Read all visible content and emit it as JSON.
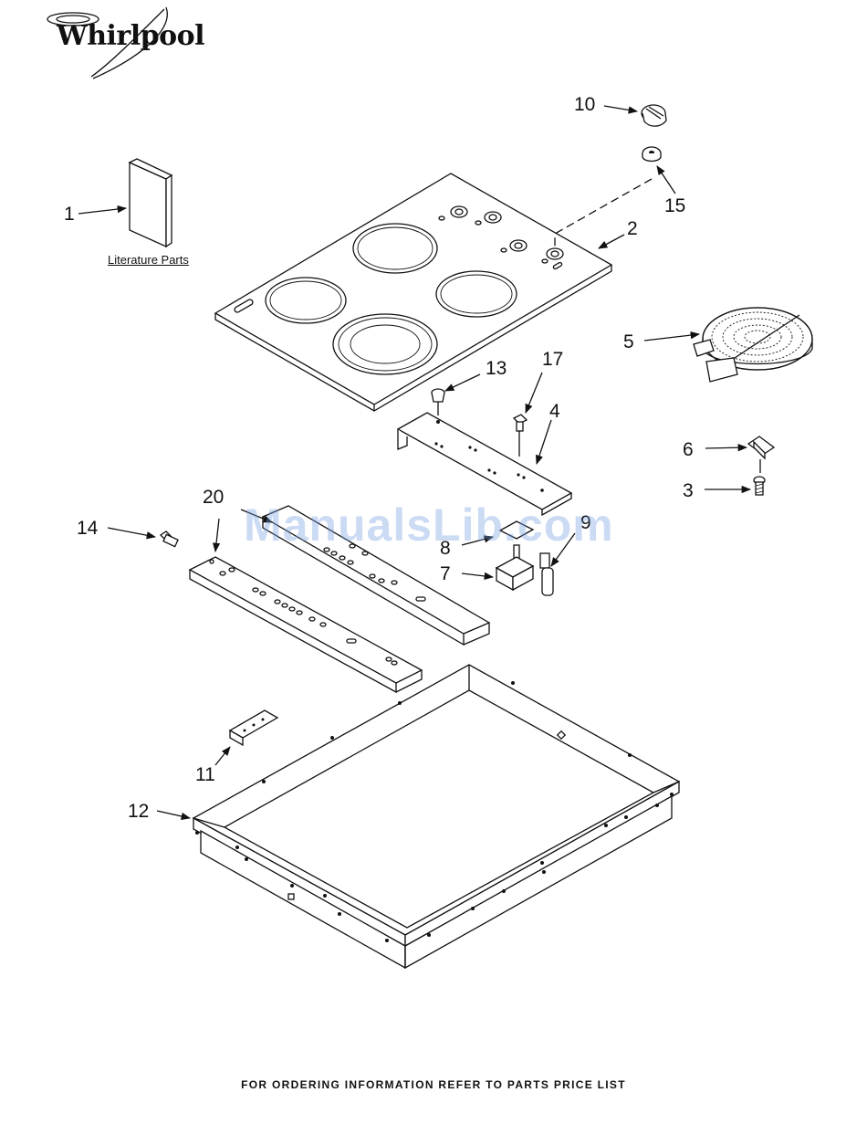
{
  "brand": {
    "name": "Whirlpool"
  },
  "literature_label": "Literature Parts",
  "watermark": "ManualsLib.com",
  "footer": "FOR ORDERING INFORMATION REFER TO PARTS PRICE LIST",
  "callouts": {
    "c1": "1",
    "c2": "2",
    "c3": "3",
    "c4": "4",
    "c5": "5",
    "c6": "6",
    "c7": "7",
    "c8": "8",
    "c9": "9",
    "c10": "10",
    "c11": "11",
    "c12": "12",
    "c13": "13",
    "c14": "14",
    "c15": "15",
    "c17": "17",
    "c20": "20"
  }
}
